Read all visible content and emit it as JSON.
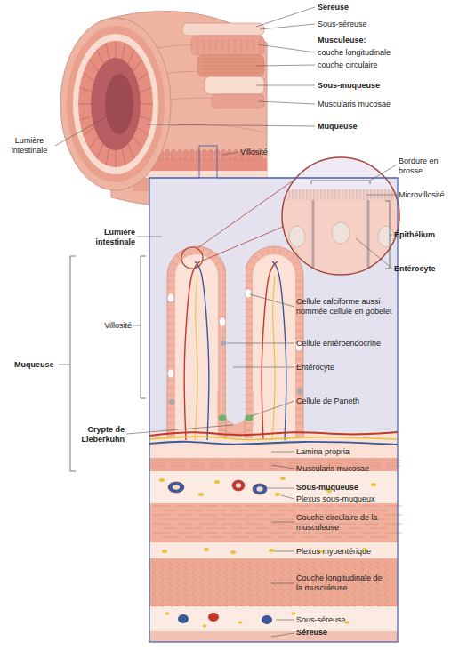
{
  "diagram": {
    "labels": [
      "Séreuse",
      "Sous-séreuse",
      "Musculeuse:",
      "couche longitudinale",
      "couche circulaire",
      "Sous-muqueuse",
      "Muscularis mucosae",
      "Muqueuse",
      "Lumière intestinale",
      "Villosité",
      "Bordure en brosse",
      "Microvillosité",
      "Épithélium",
      "Entérocyte",
      "Lumière intestinale",
      "Villosité",
      "Muqueuse",
      "Crypte de Lieberkühn",
      "Cellule calciforme aussi nommée cellule en gobelet",
      "Cellule entéroendocrine",
      "Entérocyte",
      "Cellule de Paneth",
      "Lamina propria",
      "Muscularis mucosae",
      "Sous-muqueuse",
      "Plexus sous-muqueux",
      "Couche circulaire de la musculeuse",
      "Plexus myoentérique",
      "Couche longitudinale de la musculeuse",
      "Sous-séreuse",
      "Séreuse"
    ]
  }
}
